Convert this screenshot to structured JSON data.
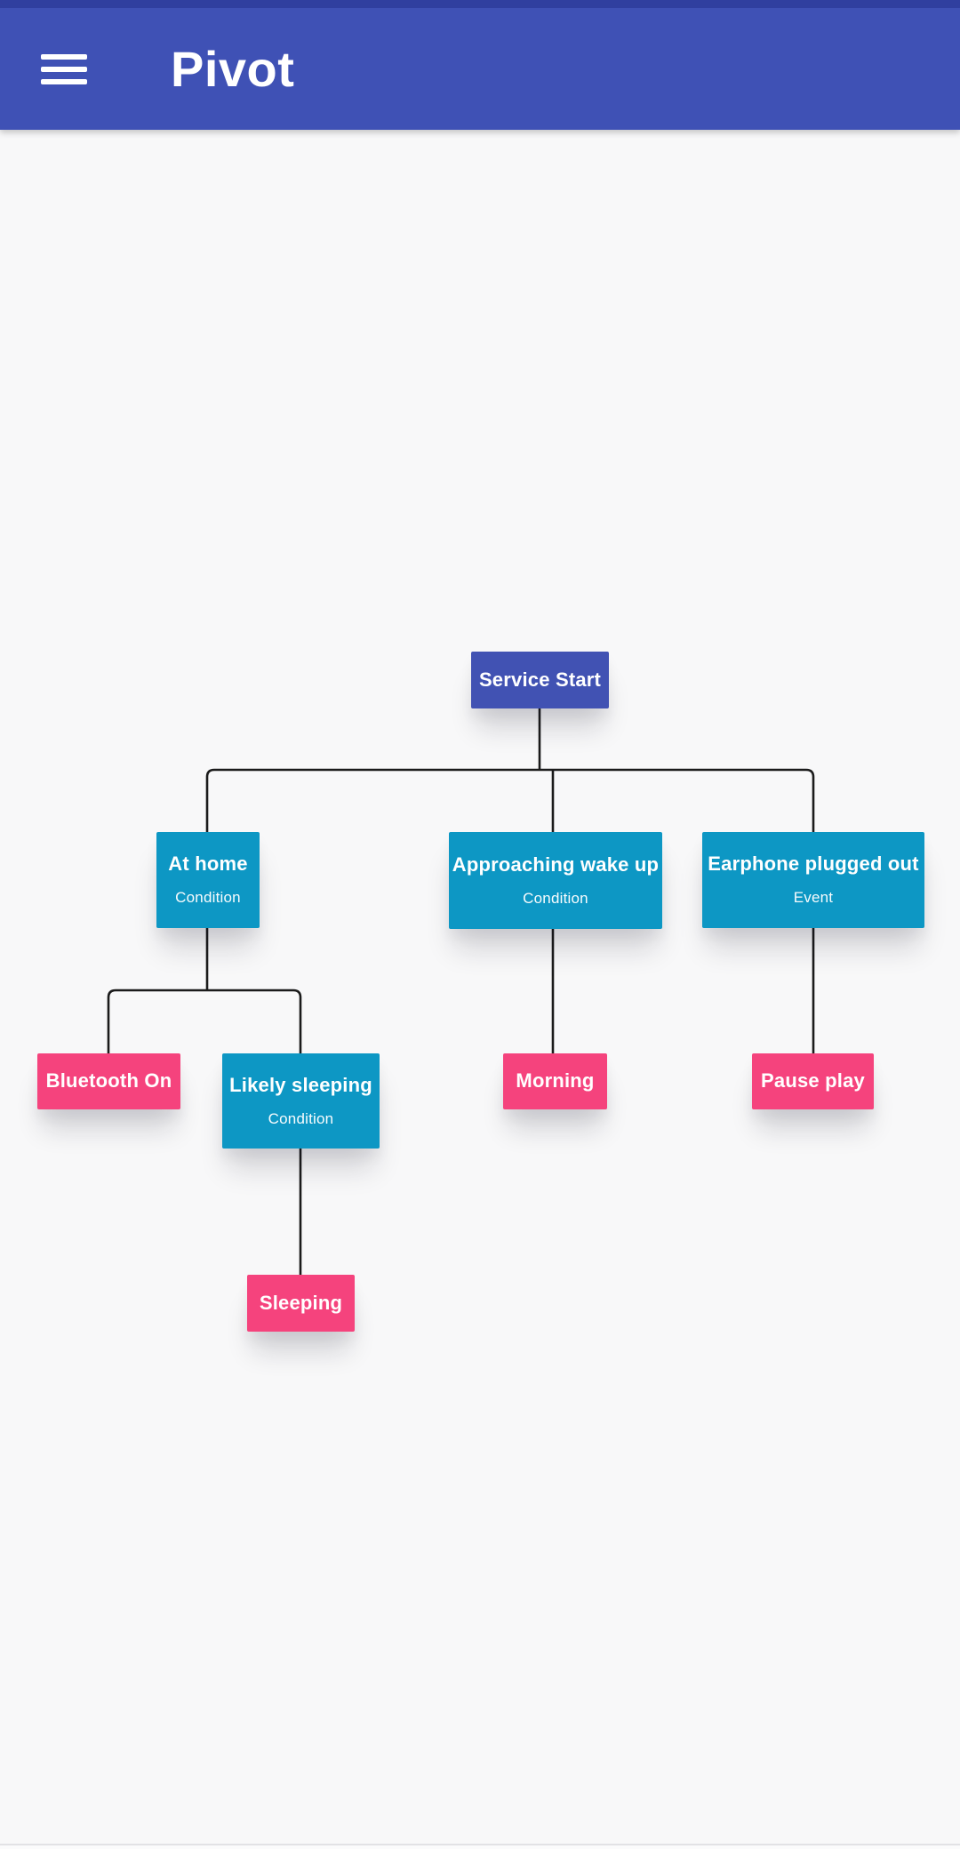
{
  "app": {
    "title": "Pivot"
  },
  "header": {
    "menu_icon": "hamburger-menu"
  },
  "colors": {
    "appbar": "#3F51B5",
    "statusbar": "#303F9F",
    "root-node": "#4152B3",
    "condition-node": "#0D97C4",
    "action-node": "#F5437D",
    "connector": "#1B1B1B",
    "canvas-bg": "#F8F8F9",
    "text-on-node": "#FFFFFF"
  },
  "diagram": {
    "nodes": [
      {
        "id": "service-start",
        "title": "Service Start",
        "kind": "root"
      },
      {
        "id": "at-home",
        "title": "At home",
        "subtitle": "Condition",
        "kind": "condition"
      },
      {
        "id": "approaching-wake-up",
        "title": "Approaching wake up",
        "subtitle": "Condition",
        "kind": "condition"
      },
      {
        "id": "earphone-plugged-out",
        "title": "Earphone plugged out",
        "subtitle": "Event",
        "kind": "condition"
      },
      {
        "id": "bluetooth-on",
        "title": "Bluetooth On",
        "kind": "action"
      },
      {
        "id": "likely-sleeping",
        "title": "Likely sleeping",
        "subtitle": "Condition",
        "kind": "condition"
      },
      {
        "id": "morning",
        "title": "Morning",
        "kind": "action"
      },
      {
        "id": "pause-play",
        "title": "Pause play",
        "kind": "action"
      },
      {
        "id": "sleeping",
        "title": "Sleeping",
        "kind": "action"
      }
    ],
    "edges": [
      {
        "from": "service-start",
        "to": "at-home"
      },
      {
        "from": "service-start",
        "to": "approaching-wake-up"
      },
      {
        "from": "service-start",
        "to": "earphone-plugged-out"
      },
      {
        "from": "at-home",
        "to": "bluetooth-on"
      },
      {
        "from": "at-home",
        "to": "likely-sleeping"
      },
      {
        "from": "likely-sleeping",
        "to": "sleeping"
      },
      {
        "from": "approaching-wake-up",
        "to": "morning"
      },
      {
        "from": "earphone-plugged-out",
        "to": "pause-play"
      }
    ]
  }
}
